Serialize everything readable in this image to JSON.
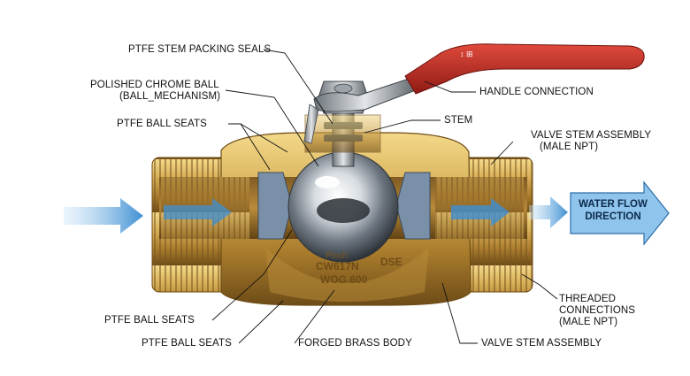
{
  "labels": {
    "stem_packing": "PTFE STEM PACKING SEALS",
    "chrome_ball": "POLISHED CHROME BALL",
    "chrome_ball_sub": "(BALL_MECHANISM)",
    "ball_seats_top": "PTFE BALL SEATS",
    "handle_connection": "HANDLE CONNECTION",
    "stem": "STEM",
    "stem_assembly_top": "VALVE STEM ASSEMBLY",
    "stem_assembly_top_sub": "(MALE NPT)",
    "threaded_1": "THREADED",
    "threaded_2": "CONNECTIONS",
    "threaded_3": "(MALE NPT)",
    "ball_seats_bottom_1": "PTFE BALL SEATS",
    "ball_seats_bottom_2": "PTFE BALL SEATS",
    "forged_body": "FORGED BRASS BODY",
    "stem_assembly_bottom": "VALVE STEM ASSEMBLY"
  },
  "flow": {
    "line1": "WATER FLOW",
    "line2": "DIRECTION"
  },
  "body_markings": {
    "top": "Pinch",
    "line1": "CW617N",
    "line2": "WOG 600",
    "side": "DSE"
  },
  "colors": {
    "brass": "#c9a24a",
    "brass_dark": "#8a6420",
    "handle": "#c62828",
    "flow": "#5aa8e0",
    "seat": "#7a90a8"
  }
}
